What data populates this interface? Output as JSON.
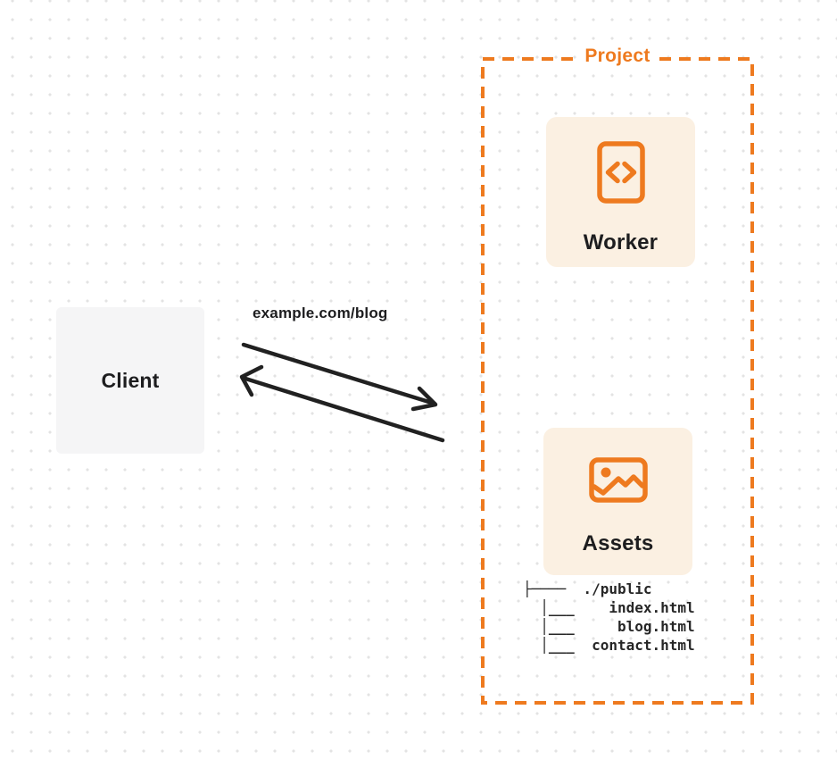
{
  "colors": {
    "accent_orange": "#ee7a1f",
    "card_background": "#fbf0e2",
    "client_background": "#f5f5f6",
    "arrow_dark": "#212121",
    "dot_grid": "#e3e3e3"
  },
  "client": {
    "label": "Client"
  },
  "request": {
    "label": "example.com/blog"
  },
  "project": {
    "label": "Project",
    "worker": {
      "label": "Worker",
      "icon": "code-file-icon"
    },
    "assets": {
      "label": "Assets",
      "icon": "image-icon",
      "file_tree_text": "├────  ./public\n  │___    index.html\n  │___     blog.html\n  │___  contact.html"
    }
  }
}
